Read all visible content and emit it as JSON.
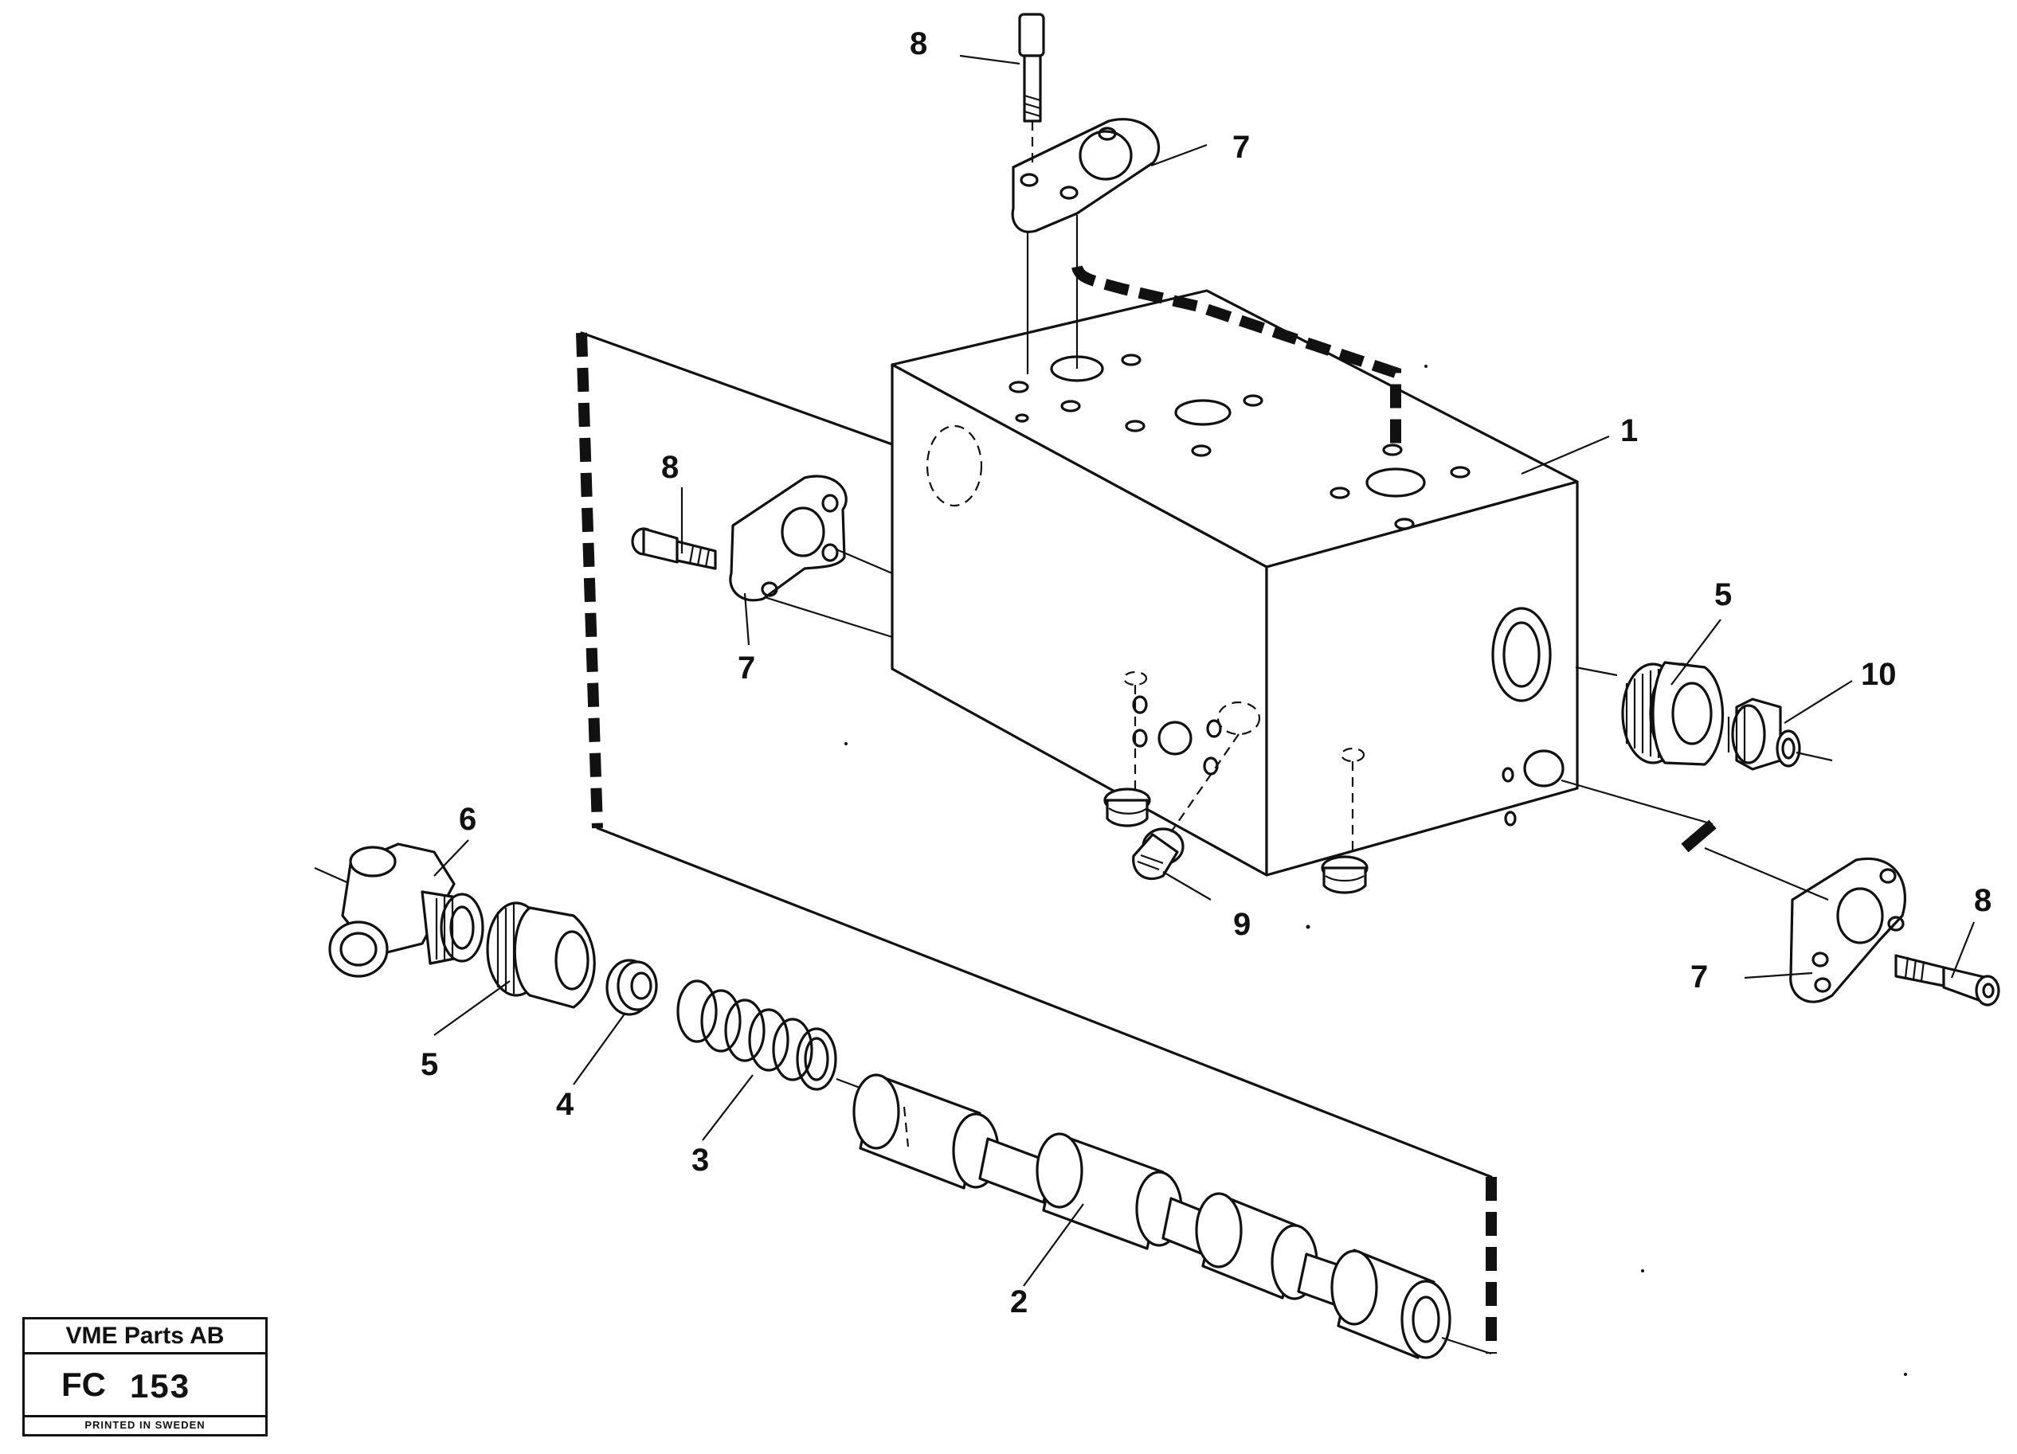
{
  "labels": {
    "part_1": "1",
    "part_2": "2",
    "part_3": "3",
    "part_4": "4",
    "part_5_left": "5",
    "part_5_right": "5",
    "part_6": "6",
    "part_7_top": "7",
    "part_7_left": "7",
    "part_7_right": "7",
    "part_8_top": "8",
    "part_8_left": "8",
    "part_8_right": "8",
    "part_9": "9",
    "part_10": "10"
  },
  "title_block": {
    "company": "VME Parts AB",
    "code": "FC",
    "number": "153",
    "footer": "PRINTED IN SWEDEN"
  }
}
